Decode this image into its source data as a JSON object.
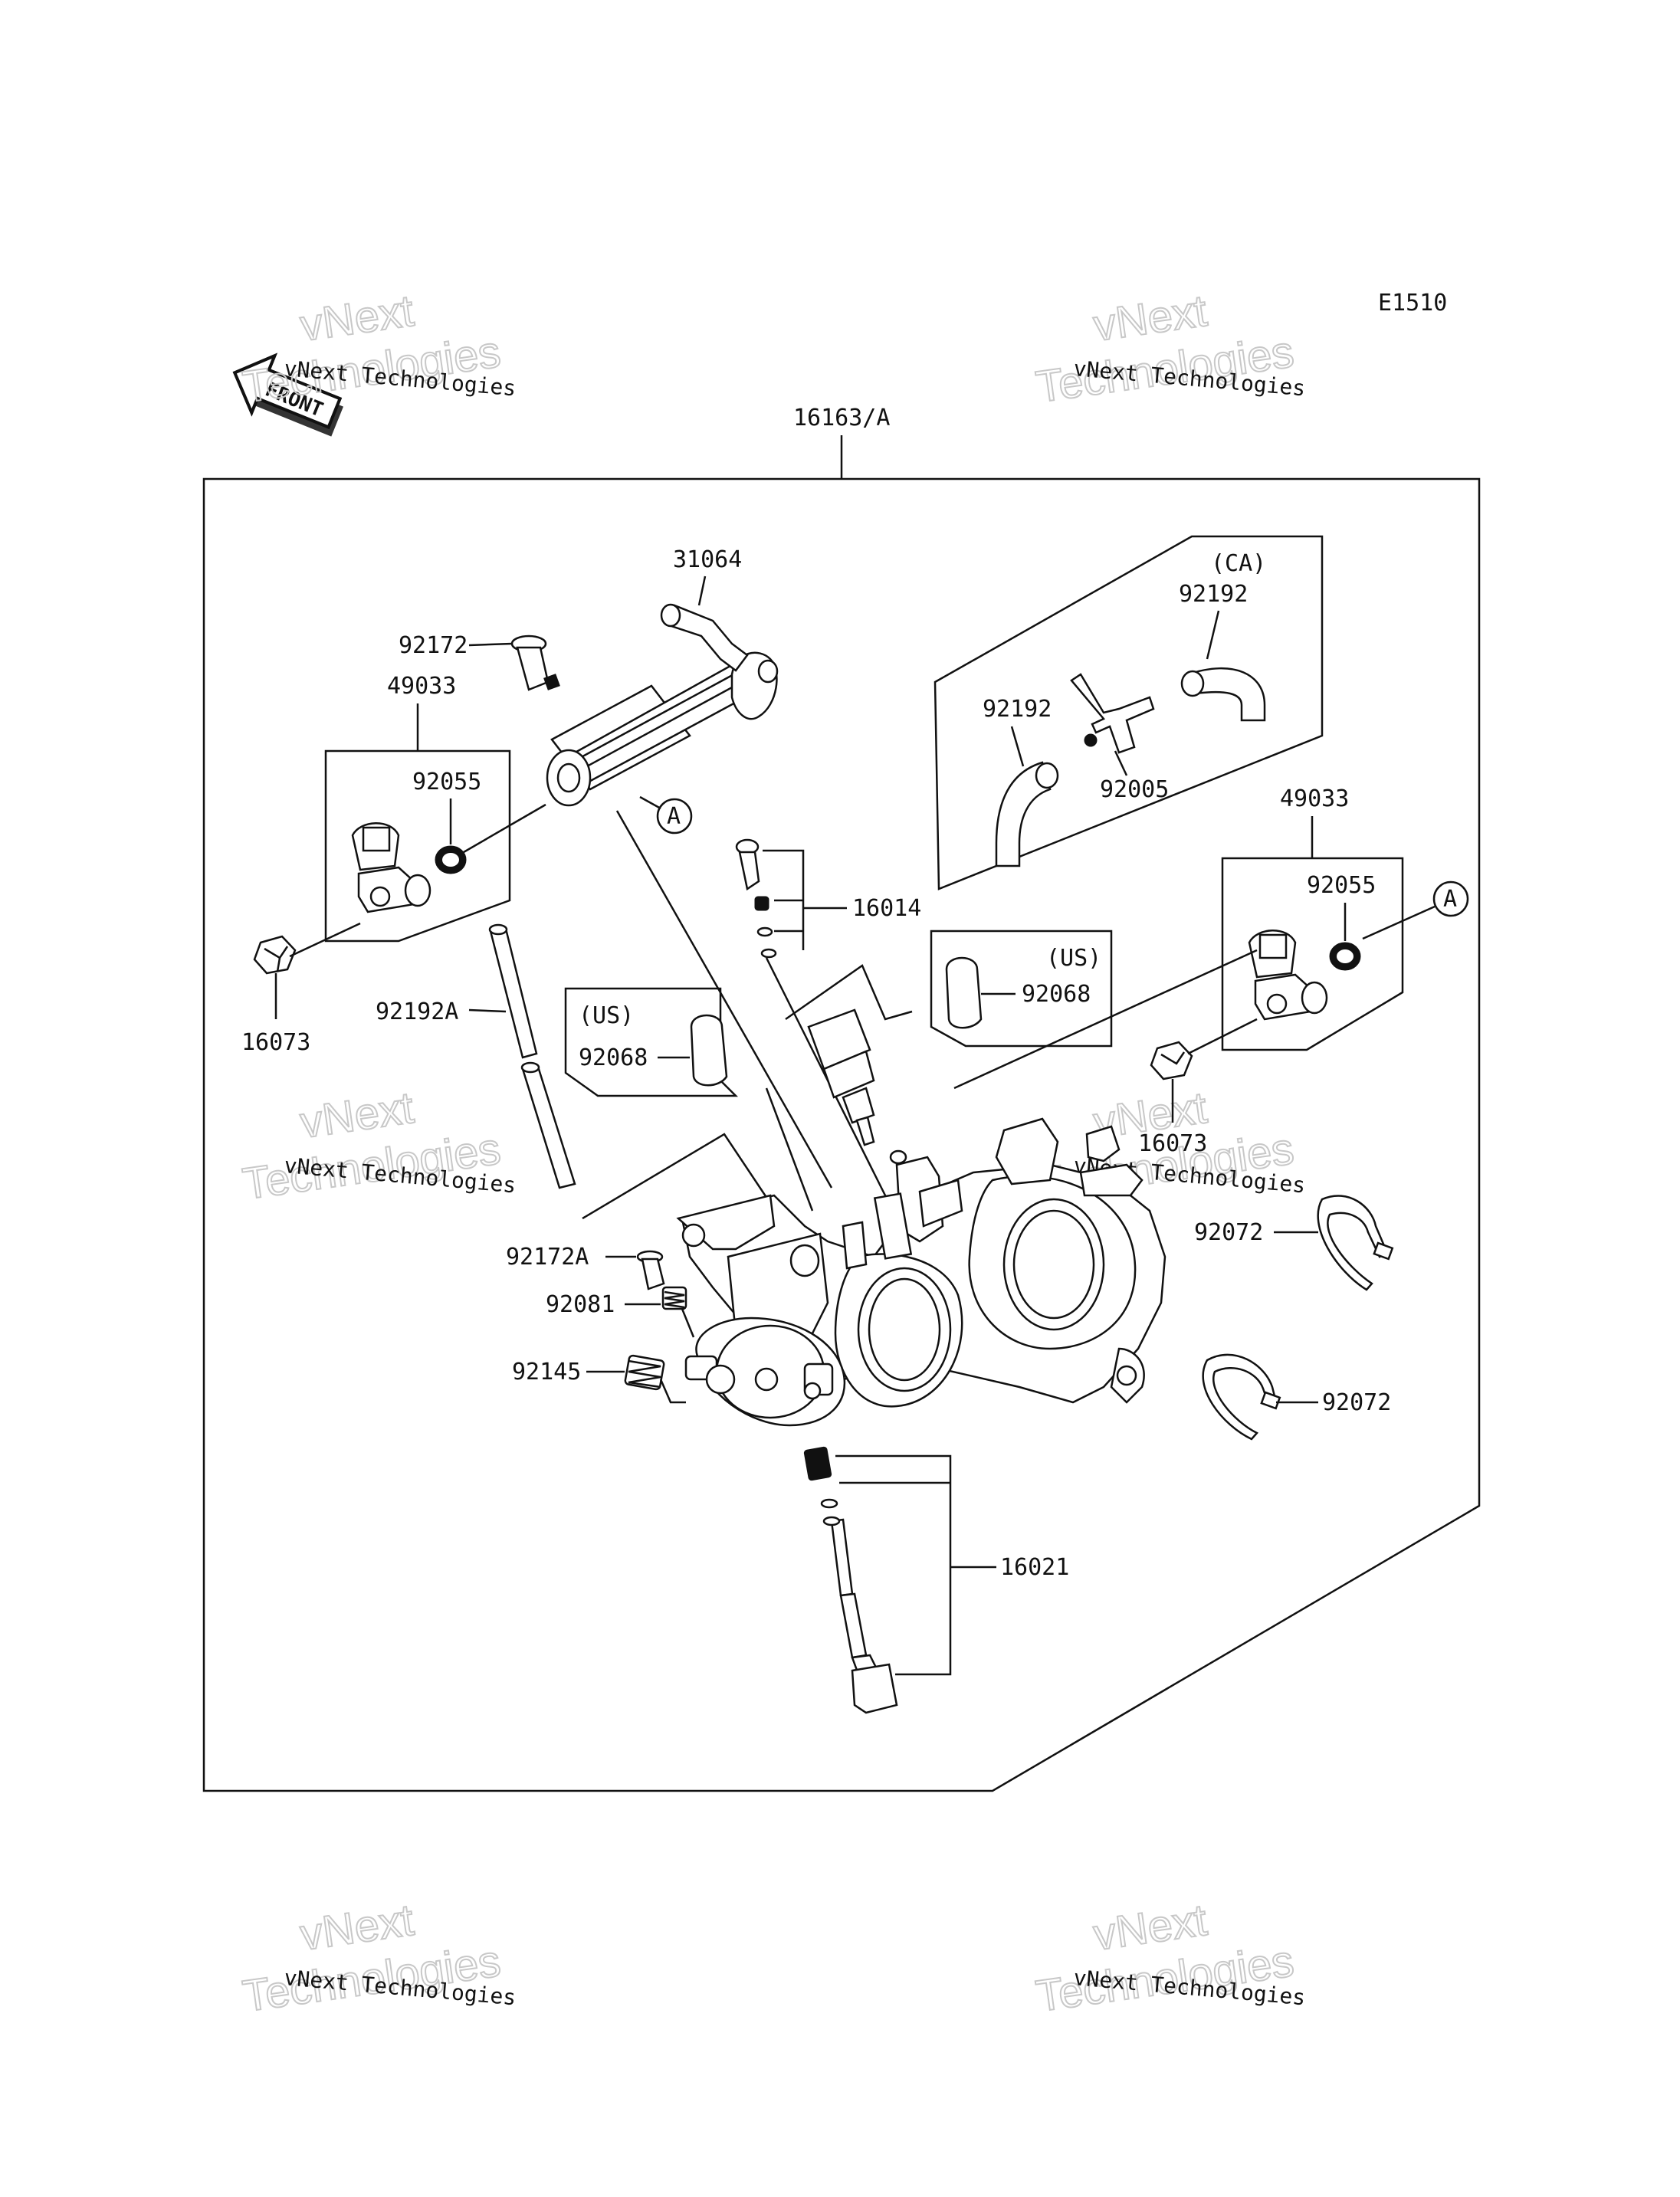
{
  "diagram_code": "E1510",
  "front_label": "FRONT",
  "watermark": {
    "small": "vNext Technologies",
    "large_1": "vNext",
    "large_2": "Technologies"
  },
  "reference_marker": "A",
  "labels": {
    "assembly": "16163/A",
    "fuel_pipe": "31064",
    "screw_top": "92172",
    "injector_left": "49033",
    "o_ring_left": "92055",
    "grommet_left": "16073",
    "hose_ca": "92192",
    "hose_ca_2": "92192",
    "fitting_ca": "92005",
    "region_ca": "(CA)",
    "valve_kit": "16014",
    "injector_right": "49033",
    "o_ring_right": "92055",
    "grommet_right": "16073",
    "cap_us_right": "92068",
    "region_us_right": "(US)",
    "cap_us_left": "92068",
    "region_us_left": "(US)",
    "hose_long": "92192A",
    "screw_small": "92172A",
    "spring_1": "92081",
    "spring_2": "92145",
    "clamp_1": "92072",
    "clamp_2": "92072",
    "sensor_kit": "16021"
  }
}
